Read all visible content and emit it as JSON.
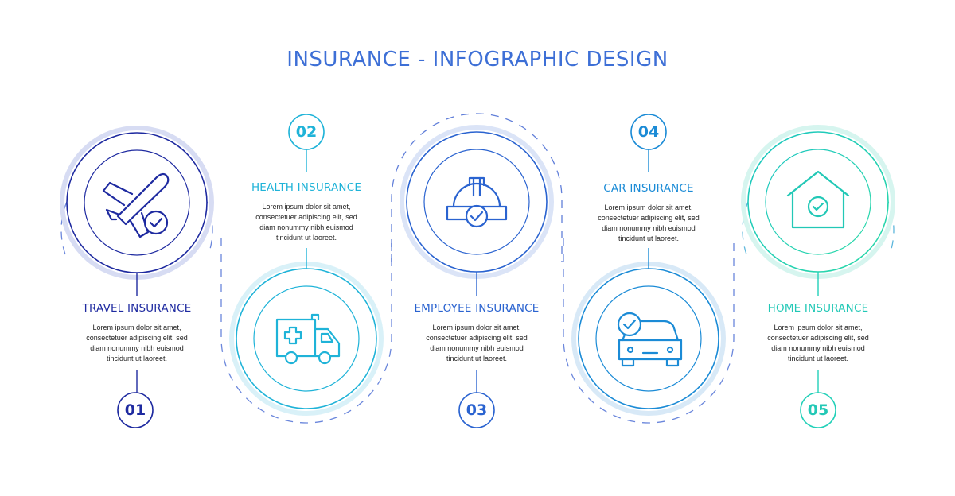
{
  "title": "INSURANCE - INFOGRAPHIC DESIGN",
  "colors": {
    "step1": "#1e2aa0",
    "step2": "#1fb3d8",
    "step3": "#2a63d0",
    "step4": "#1b8bd6",
    "step5": "#22d0b8",
    "dash": "#3a5fd0"
  },
  "steps": [
    {
      "number": "01",
      "label": "TRAVEL INSURANCE",
      "text": "Lorem ipsum dolor sit amet,\nconsectetuer adipiscing elit, sed\ndiam nonummy nibh euismod\ntincidunt ut laoreet.",
      "icon": "airplane-check-icon"
    },
    {
      "number": "02",
      "label": "HEALTH INSURANCE",
      "text": "Lorem ipsum dolor sit amet,\nconsectetuer adipiscing elit, sed\ndiam nonummy nibh euismod\ntincidunt ut laoreet.",
      "icon": "ambulance-icon"
    },
    {
      "number": "03",
      "label": "EMPLOYEE INSURANCE",
      "text": "Lorem ipsum dolor sit amet,\nconsectetuer adipiscing elit, sed\ndiam nonummy nibh euismod\ntincidunt ut laoreet.",
      "icon": "hard-hat-check-icon"
    },
    {
      "number": "04",
      "label": "CAR INSURANCE",
      "text": "Lorem ipsum dolor sit amet,\nconsectetuer adipiscing elit, sed\ndiam nonummy nibh euismod\ntincidunt ut laoreet.",
      "icon": "car-check-icon"
    },
    {
      "number": "05",
      "label": "HOME INSURANCE",
      "text": "Lorem ipsum dolor sit amet,\nconsectetuer adipiscing elit, sed\ndiam nonummy nibh euismod\ntincidunt ut laoreet.",
      "icon": "house-check-icon"
    }
  ]
}
